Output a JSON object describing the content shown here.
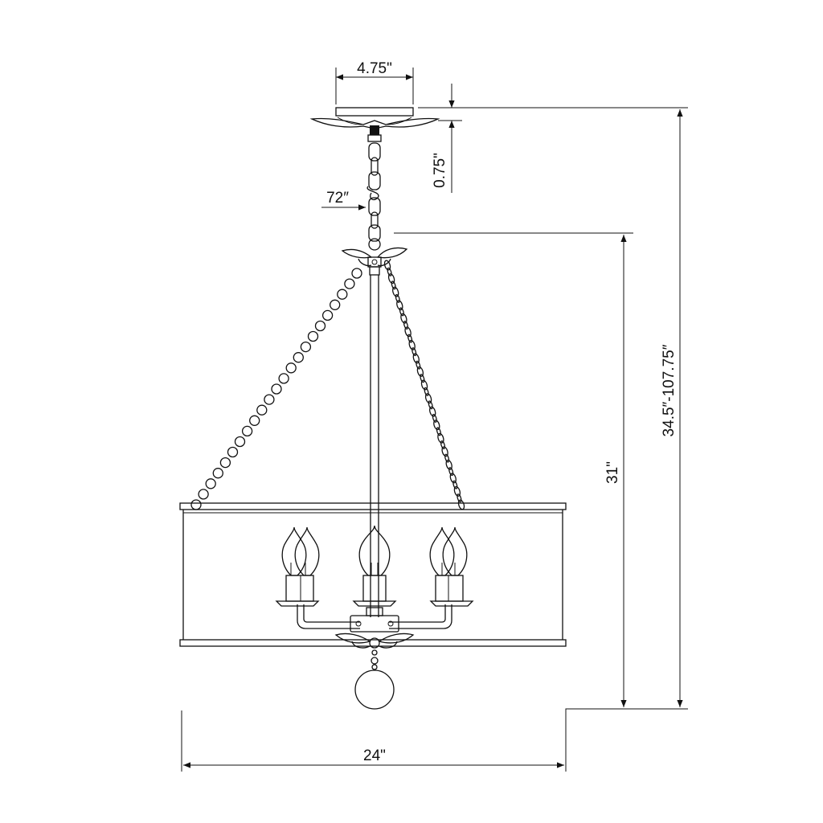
{
  "dimensions": {
    "canopy_width": "4.75\"",
    "canopy_height": "0.75\"",
    "chain_length": "72″",
    "overall_height": "34.5″-107.75″",
    "fixture_height": "31\"",
    "fixture_width": "24\""
  },
  "colors": {
    "line": "#111111",
    "background": "#ffffff"
  }
}
